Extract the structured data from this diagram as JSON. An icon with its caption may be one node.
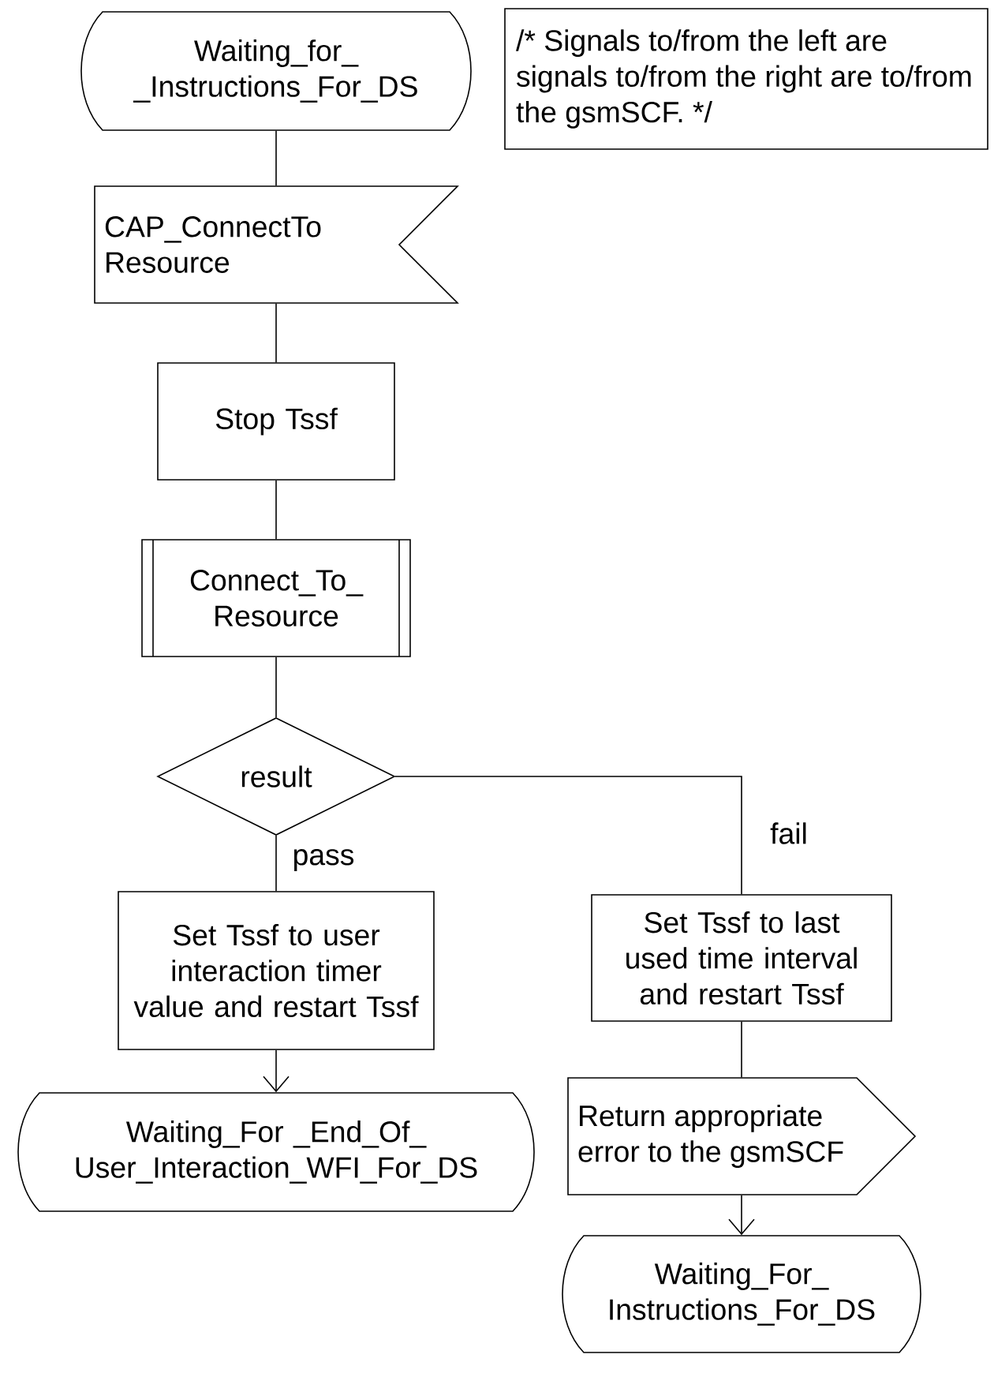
{
  "diagram": {
    "nodes": [
      {
        "text": [
          "Waiting_for_ _Instructions_For_DS"
        ]
      },
      {
        "text": [
          "/* Signals to/from the left are signals to/from the right are to/from the gsmSCF. */"
        ]
      },
      {
        "text": [
          "CAP_ConnectTo Resource"
        ]
      },
      {
        "text": [
          "Stop Tssf"
        ]
      },
      {
        "text": [
          "Connect_To_ Resource"
        ]
      },
      {
        "text": [
          "result"
        ]
      },
      {
        "text": [
          "Set Tssf to user interaction timer value and restart Tssf"
        ]
      },
      {
        "text": [
          "Set Tssf to last used time interval and restart Tssf"
        ]
      },
      {
        "text": [
          "Waiting_For _End_Of_ User_Interaction_WFI_For_DS"
        ]
      },
      {
        "text": [
          "Return appropriate error to the gsmSCF"
        ]
      },
      {
        "text": [
          "Waiting_For_ Instructions_For_DS"
        ]
      }
    ],
    "edges": [
      {
        "from": 0,
        "to": 2,
        "arrow": "none"
      },
      {
        "from": 2,
        "to": 3,
        "arrow": "none"
      },
      {
        "from": 3,
        "to": 4,
        "arrow": "none"
      },
      {
        "from": 4,
        "to": 5,
        "arrow": "none"
      },
      {
        "from": 5,
        "to": 6,
        "arrow": "none",
        "label": "pass"
      },
      {
        "from": 5,
        "to": 7,
        "arrow": "none",
        "label": "fail"
      },
      {
        "from": 6,
        "to": 8,
        "arrow": "to"
      },
      {
        "from": 7,
        "to": 9,
        "arrow": "none"
      },
      {
        "from": 9,
        "to": 10,
        "arrow": "to"
      }
    ]
  }
}
